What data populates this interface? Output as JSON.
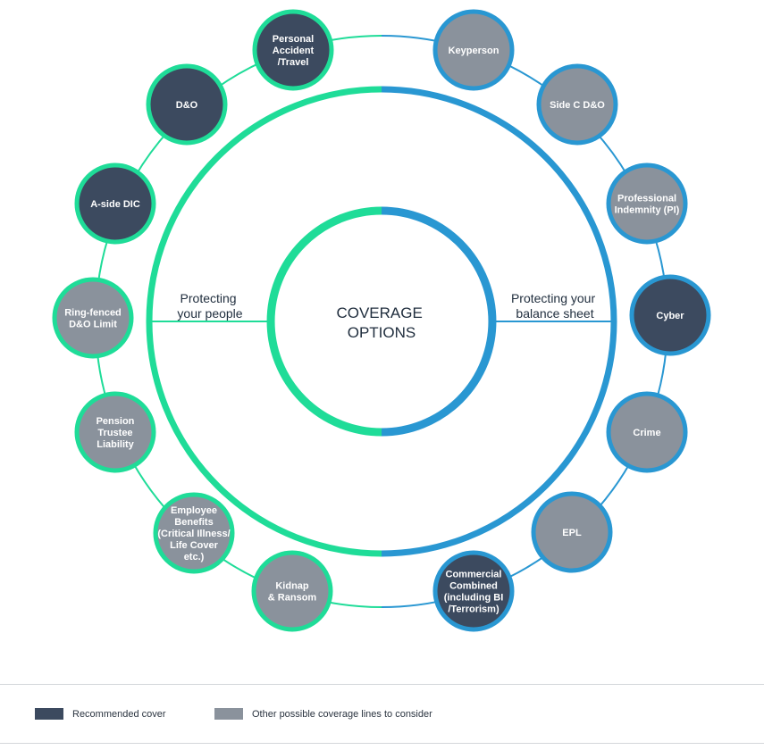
{
  "colors": {
    "green": "#1fdc98",
    "blue": "#2997d2",
    "recommended": "#3c4a5f",
    "other": "#8a929c",
    "text": "#1f2d3d"
  },
  "center": {
    "line1": "COVERAGE",
    "line2": "OPTIONS"
  },
  "sides": {
    "left": [
      "Protecting",
      "your people"
    ],
    "right": [
      "Protecting your",
      "balance sheet"
    ]
  },
  "nodes": [
    {
      "id": "personal-accident",
      "lines": [
        "Personal",
        "Accident",
        "/Travel"
      ],
      "side": "left",
      "type": "recommended"
    },
    {
      "id": "d-and-o",
      "lines": [
        "D&O"
      ],
      "side": "left",
      "type": "recommended"
    },
    {
      "id": "a-side-dic",
      "lines": [
        "A-side DIC"
      ],
      "side": "left",
      "type": "recommended"
    },
    {
      "id": "ring-fenced",
      "lines": [
        "Ring-fenced",
        "D&O Limit"
      ],
      "side": "left",
      "type": "other"
    },
    {
      "id": "pension-trustee",
      "lines": [
        "Pension",
        "Trustee",
        "Liability"
      ],
      "side": "left",
      "type": "other"
    },
    {
      "id": "employee-benefits",
      "lines": [
        "Employee",
        "Benefits",
        "(Critical Illness/",
        "Life Cover",
        "etc.)"
      ],
      "side": "left",
      "type": "other"
    },
    {
      "id": "kidnap-ransom",
      "lines": [
        "Kidnap",
        "& Ransom"
      ],
      "side": "left",
      "type": "other"
    },
    {
      "id": "keyperson",
      "lines": [
        "Keyperson"
      ],
      "side": "right",
      "type": "other"
    },
    {
      "id": "side-c-do",
      "lines": [
        "Side C D&O"
      ],
      "side": "right",
      "type": "other"
    },
    {
      "id": "professional-indemnity",
      "lines": [
        "Professional",
        "Indemnity (PI)"
      ],
      "side": "right",
      "type": "other"
    },
    {
      "id": "cyber",
      "lines": [
        "Cyber"
      ],
      "side": "right",
      "type": "recommended"
    },
    {
      "id": "crime",
      "lines": [
        "Crime"
      ],
      "side": "right",
      "type": "other"
    },
    {
      "id": "epl",
      "lines": [
        "EPL"
      ],
      "side": "right",
      "type": "other"
    },
    {
      "id": "commercial-combined",
      "lines": [
        "Commercial",
        "Combined",
        "(including BI",
        "/Terrorism)"
      ],
      "side": "right",
      "type": "recommended"
    }
  ],
  "legend": {
    "recommended": "Recommended cover",
    "other": "Other possible coverage lines to consider"
  }
}
